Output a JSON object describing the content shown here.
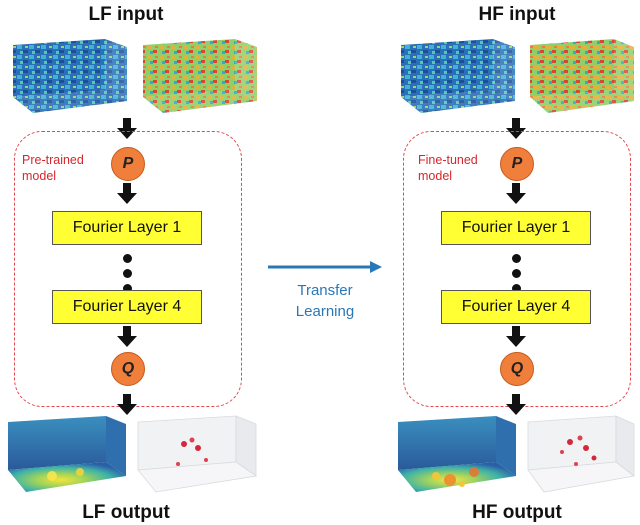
{
  "left": {
    "input_title": "LF input",
    "output_title": "LF output",
    "model_label": [
      "Pre-trained",
      "model"
    ]
  },
  "right": {
    "input_title": "HF input",
    "output_title": "HF output",
    "model_label": [
      "Fine-tuned",
      "model"
    ]
  },
  "nodes": {
    "p": "P",
    "q": "Q",
    "fourier_first": "Fourier Layer 1",
    "fourier_last": "Fourier Layer 4"
  },
  "transfer": [
    "Transfer",
    "Learning"
  ],
  "colors": {
    "dash": "#e0484e",
    "label_red": "#d8262c",
    "node_orange": "#f07f3c",
    "fourier_yellow": "#ffff33",
    "transfer_blue": "#2878b8"
  }
}
